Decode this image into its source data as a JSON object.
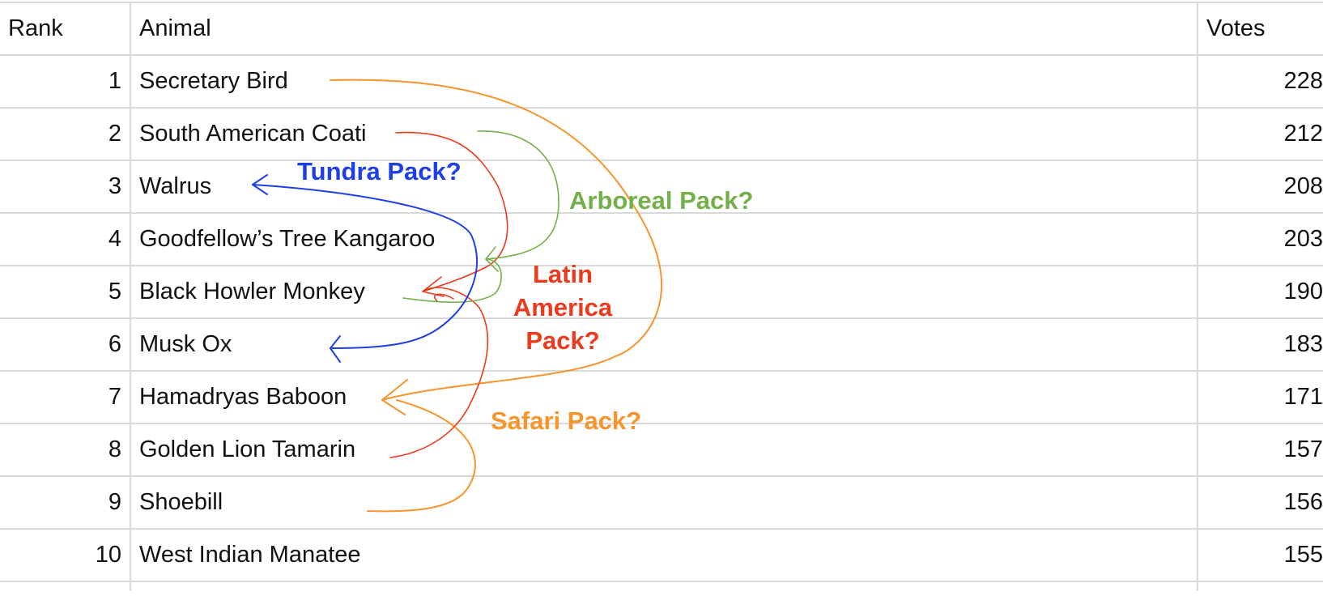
{
  "table": {
    "headers": {
      "rank": "Rank",
      "animal": "Animal",
      "votes": "Votes"
    },
    "rows": [
      {
        "rank": "1",
        "animal": "Secretary Bird",
        "votes": "228"
      },
      {
        "rank": "2",
        "animal": "South American Coati",
        "votes": "212"
      },
      {
        "rank": "3",
        "animal": "Walrus",
        "votes": "208"
      },
      {
        "rank": "4",
        "animal": "Goodfellow’s Tree Kangaroo",
        "votes": "203"
      },
      {
        "rank": "5",
        "animal": "Black Howler Monkey",
        "votes": "190"
      },
      {
        "rank": "6",
        "animal": "Musk Ox",
        "votes": "183"
      },
      {
        "rank": "7",
        "animal": "Hamadryas Baboon",
        "votes": "171"
      },
      {
        "rank": "8",
        "animal": "Golden Lion Tamarin",
        "votes": "157"
      },
      {
        "rank": "9",
        "animal": "Shoebill",
        "votes": "156"
      },
      {
        "rank": "10",
        "animal": "West Indian Manatee",
        "votes": "155"
      }
    ]
  },
  "annotations": {
    "tundra": {
      "label": "Tundra Pack?",
      "color": "#1f3fe6"
    },
    "arboreal": {
      "label": "Arboreal Pack?",
      "color": "#74b04a"
    },
    "latin": {
      "label": "Latin\nAmerica\nPack?",
      "color": "#ee3a1c"
    },
    "safari": {
      "label": "Safari Pack?",
      "color": "#f7952c"
    }
  }
}
